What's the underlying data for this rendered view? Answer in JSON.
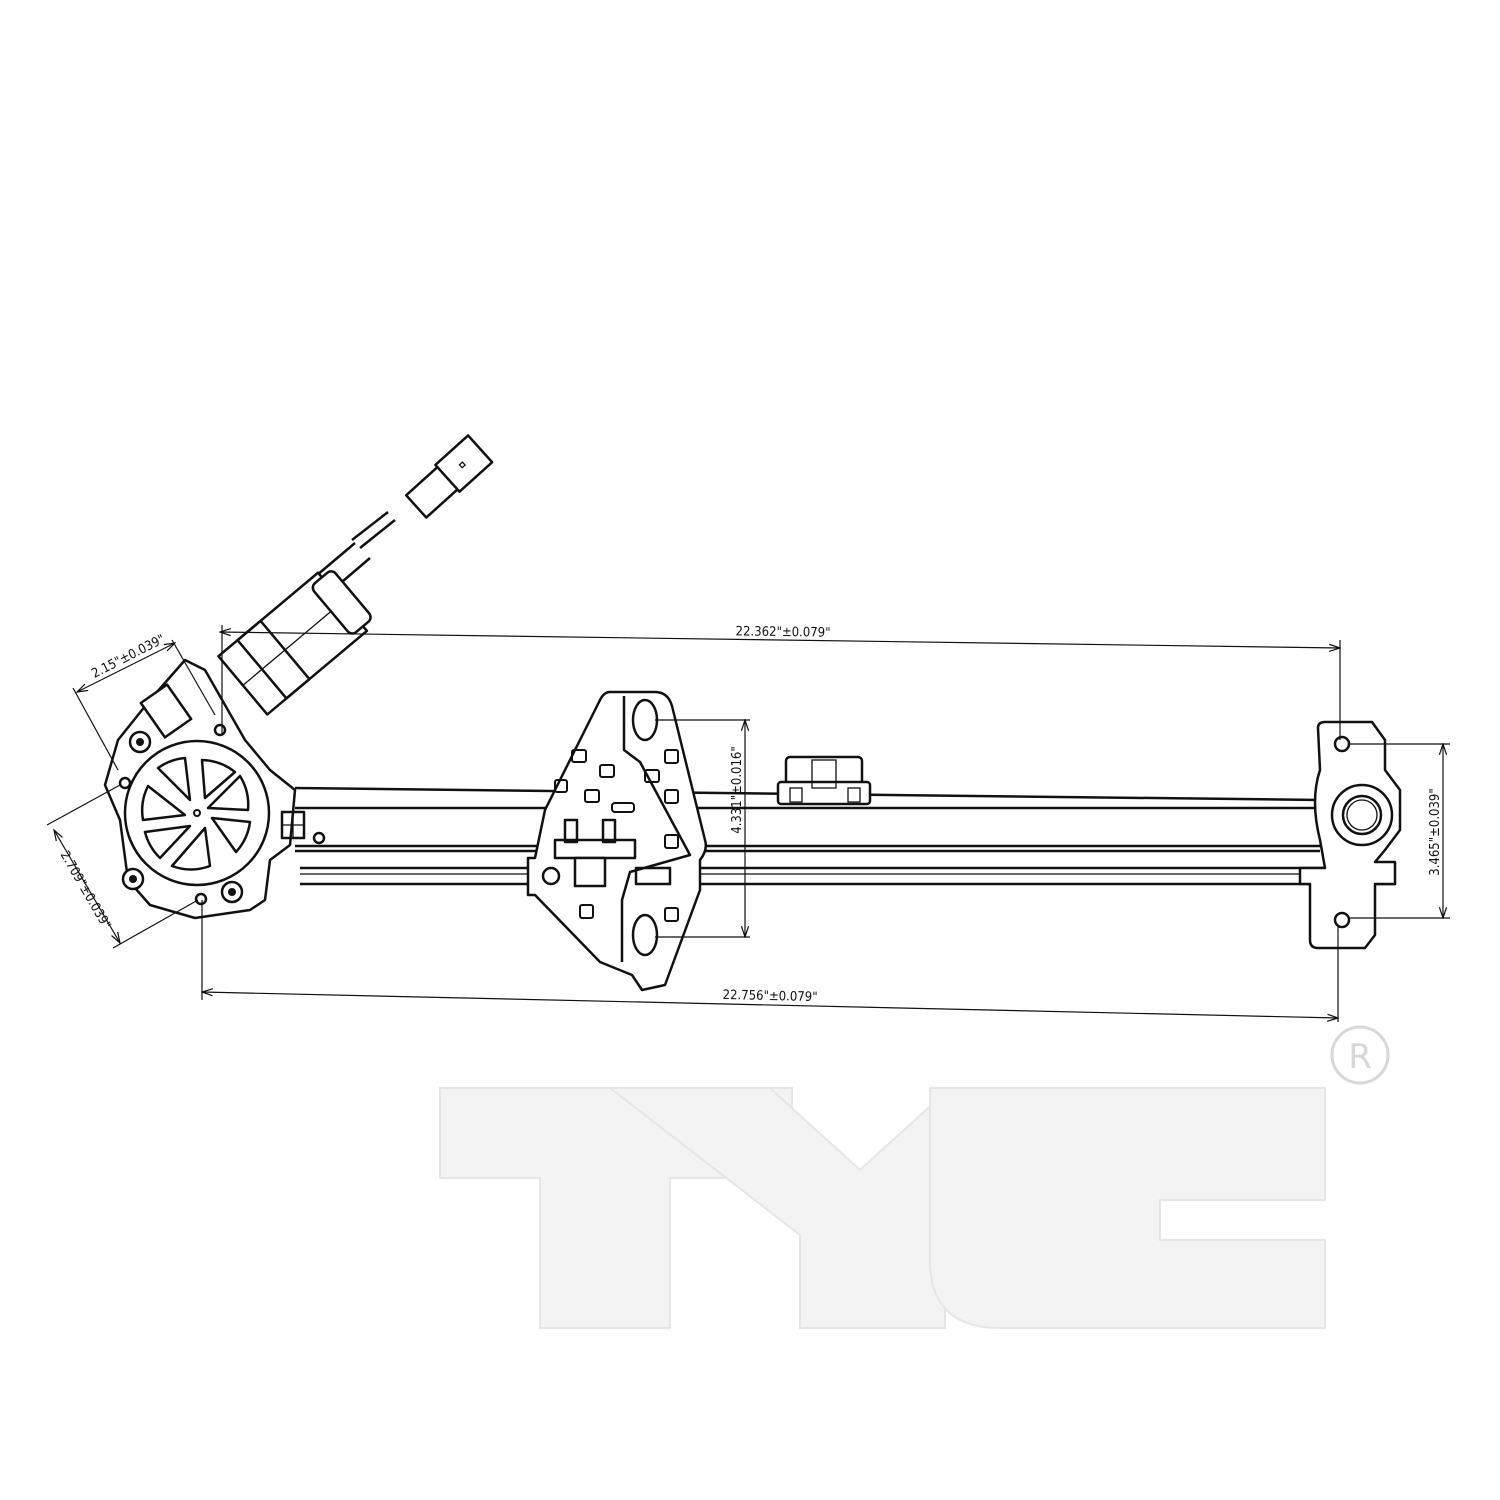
{
  "dimensions": {
    "top_length": "22.362\"±0.079\"",
    "bottom_length": "22.756\"±0.079\"",
    "motor_width": "2.15\"±0.039\"",
    "motor_height": "2.709\"±0.039\"",
    "bracket_spacing": "3.465\"±0.039\"",
    "carrier_spacing": "4.331\"±0.016\""
  },
  "logo": {
    "text": "TYC",
    "registered": "R"
  }
}
